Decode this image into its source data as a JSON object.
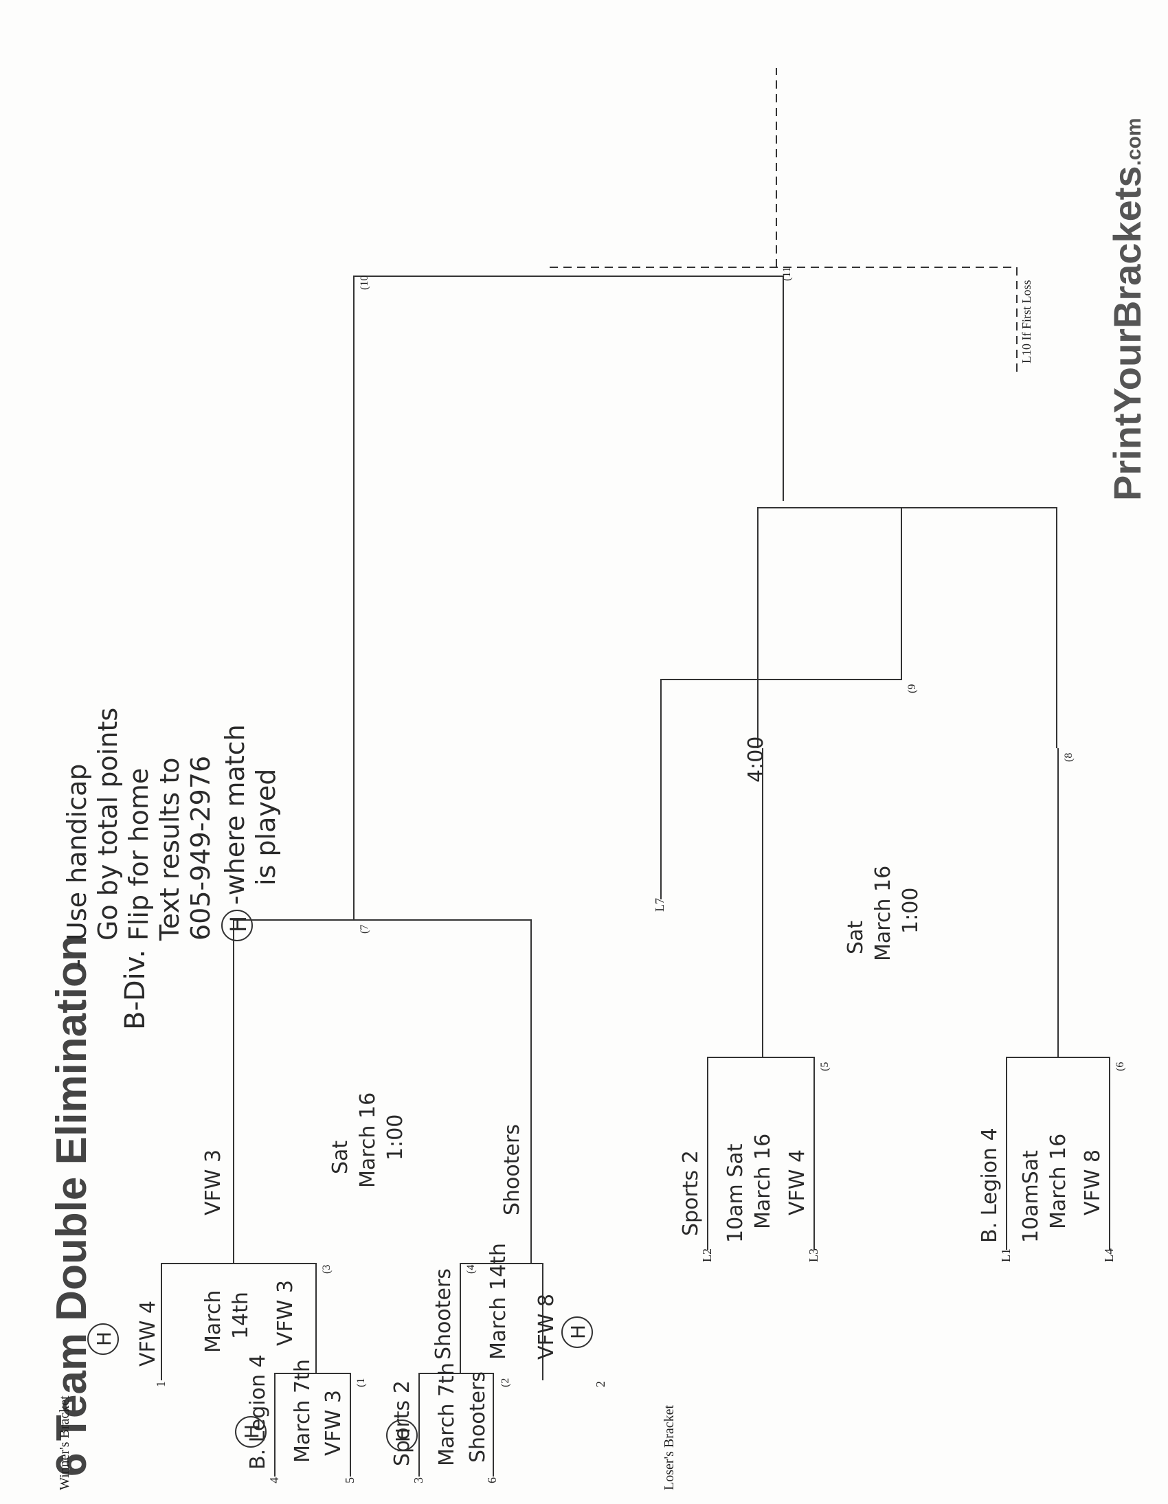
{
  "title": "6 Team Double Elimination",
  "division": "B-Div.",
  "logo": {
    "main": "PrintYourBrackets",
    "suffix": ".com"
  },
  "winners_label": "Winner's Bracket",
  "losers_label": "Loser's Bracket",
  "notes": [
    "Use handicap",
    "Go by total points",
    "Flip for home",
    "Text results to",
    "605-949-2976",
    "-where match",
    "is played"
  ],
  "note_symbol": "H",
  "seeds": {
    "s1": "1",
    "s2": "2",
    "s3": "3",
    "s4": "4",
    "s5": "5",
    "s6": "6"
  },
  "loser_slots": {
    "l1": "L1",
    "l2": "L2",
    "l3": "L3",
    "l4": "L4",
    "l7": "L7",
    "l10": "L10 If First Loss"
  },
  "games": {
    "g1": "(1",
    "g2": "(2",
    "g3": "(3",
    "g4": "(4",
    "g5": "(5",
    "g6": "(6",
    "g7": "(7",
    "g8": "(8",
    "g9": "(9",
    "g10": "(10",
    "g11": "(11"
  },
  "winners": {
    "g1_top": "B. Legion 4",
    "g1_date": "March 7th",
    "g1_bottom": "VFW 3",
    "g2_top": "Sports 2",
    "g2_date": "March 7th",
    "g2_bottom": "Shooters",
    "g3_top": "VFW 4",
    "g3_date1": "March",
    "g3_date2": "14th",
    "g3_bottom": "VFW 3",
    "g4_top": "Shooters",
    "g4_date": "March 14th",
    "g4_bottom": "VFW 8",
    "g7_top": "VFW 3",
    "g7_bottom": "Shooters",
    "g7_d1": "Sat",
    "g7_d2": "March 16",
    "g7_d3": "1:00"
  },
  "losers": {
    "g5_top": "Sports 2",
    "g5_date1": "10am Sat",
    "g5_date2": "March 16",
    "g5_bottom": "VFW 4",
    "g6_top": "B. Legion 4",
    "g6_date1": "10amSat",
    "g6_date2": "March 16",
    "g6_bottom": "VFW 8",
    "g8_d1": "Sat",
    "g8_d2": "March 16",
    "g8_d3": "1:00",
    "g9_time": "4:00"
  },
  "hand_h": "H",
  "dash": "-"
}
